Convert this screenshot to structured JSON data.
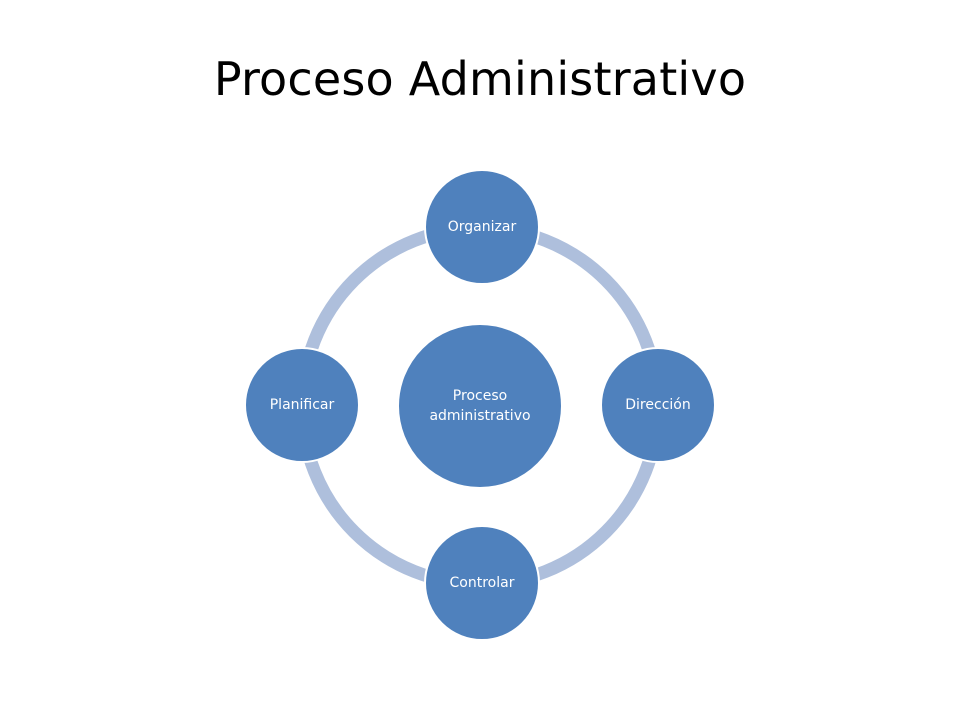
{
  "slide": {
    "title": "Proceso Administrativo"
  },
  "diagram": {
    "type": "cycle",
    "center": {
      "line1": "Proceso",
      "line2": "administrativo"
    },
    "nodes": [
      {
        "key": "top",
        "label": "Organizar"
      },
      {
        "key": "right",
        "label": "Dirección"
      },
      {
        "key": "bottom",
        "label": "Controlar"
      },
      {
        "key": "left",
        "label": "Planificar"
      }
    ],
    "colors": {
      "node_fill": "#4f81bd",
      "ring": "#aebfdc",
      "text": "#ffffff"
    }
  }
}
